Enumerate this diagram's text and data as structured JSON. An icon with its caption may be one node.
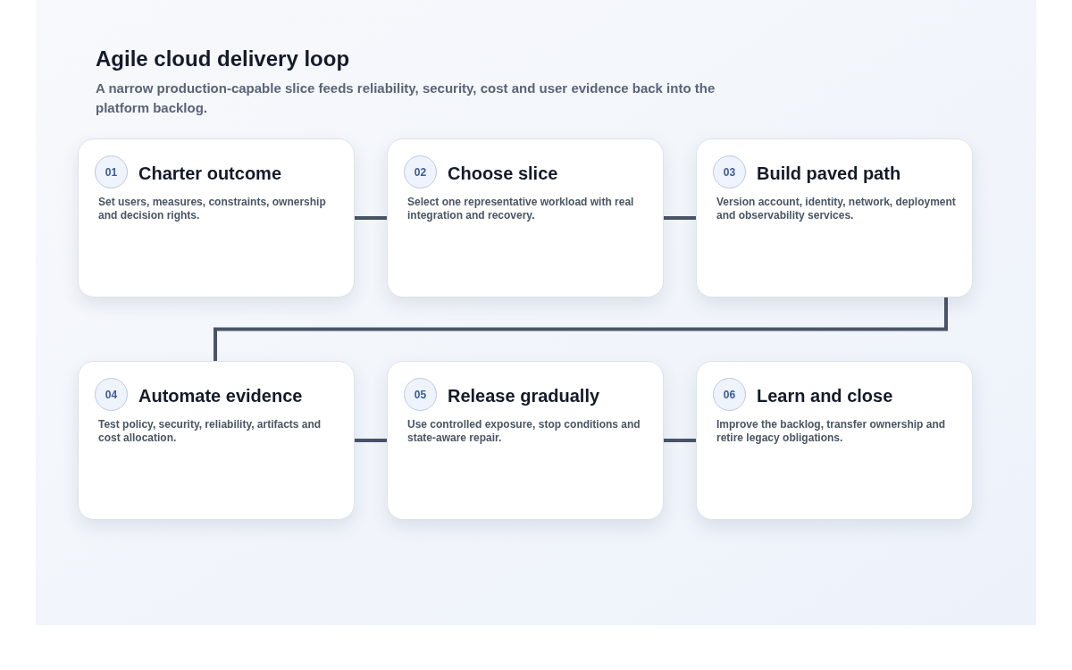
{
  "diagram": {
    "title": "Agile cloud delivery loop",
    "caption": "A narrow production-capable slice feeds reliability, security, cost and user evidence back into the platform backlog.",
    "nodes": [
      {
        "text": [
          "01",
          "Charter outcome",
          "Set users, measures, constraints, ownership and decision rights."
        ]
      },
      {
        "text": [
          "02",
          "Choose slice",
          "Select one representative workload with real integration and recovery."
        ]
      },
      {
        "text": [
          "03",
          "Build paved path",
          "Version account, identity, network, deployment and observability services."
        ]
      },
      {
        "text": [
          "04",
          "Automate evidence",
          "Test policy, security, reliability, artifacts and cost allocation."
        ]
      },
      {
        "text": [
          "05",
          "Release gradually",
          "Use controlled exposure, stop conditions and state-aware repair."
        ]
      },
      {
        "text": [
          "06",
          "Learn and close",
          "Improve the backlog, transfer ownership and retire legacy obligations."
        ]
      }
    ],
    "edges": [
      {
        "from": 0,
        "to": 1,
        "arrow": "none"
      },
      {
        "from": 1,
        "to": 2,
        "arrow": "none"
      },
      {
        "from": 2,
        "to": 3,
        "arrow": "none"
      },
      {
        "from": 3,
        "to": 4,
        "arrow": "none"
      },
      {
        "from": 4,
        "to": 5,
        "arrow": "none"
      }
    ]
  }
}
